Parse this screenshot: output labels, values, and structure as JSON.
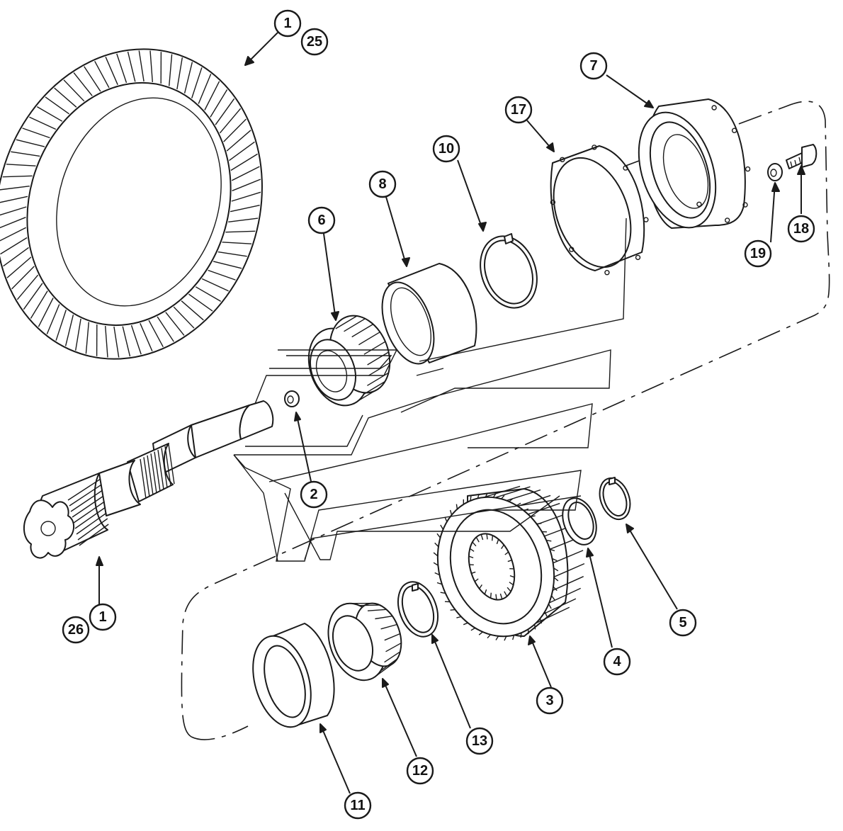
{
  "callouts": [
    {
      "id": "c1-top",
      "label": "1"
    },
    {
      "id": "c25",
      "label": "25"
    },
    {
      "id": "c7",
      "label": "7"
    },
    {
      "id": "c17",
      "label": "17"
    },
    {
      "id": "c10",
      "label": "10"
    },
    {
      "id": "c8",
      "label": "8"
    },
    {
      "id": "c6",
      "label": "6"
    },
    {
      "id": "c19",
      "label": "19"
    },
    {
      "id": "c18",
      "label": "18"
    },
    {
      "id": "c2",
      "label": "2"
    },
    {
      "id": "c26",
      "label": "26"
    },
    {
      "id": "c1-bottom",
      "label": "1"
    },
    {
      "id": "c5",
      "label": "5"
    },
    {
      "id": "c4",
      "label": "4"
    },
    {
      "id": "c3",
      "label": "3"
    },
    {
      "id": "c13",
      "label": "13"
    },
    {
      "id": "c12",
      "label": "12"
    },
    {
      "id": "c11",
      "label": "11"
    }
  ]
}
